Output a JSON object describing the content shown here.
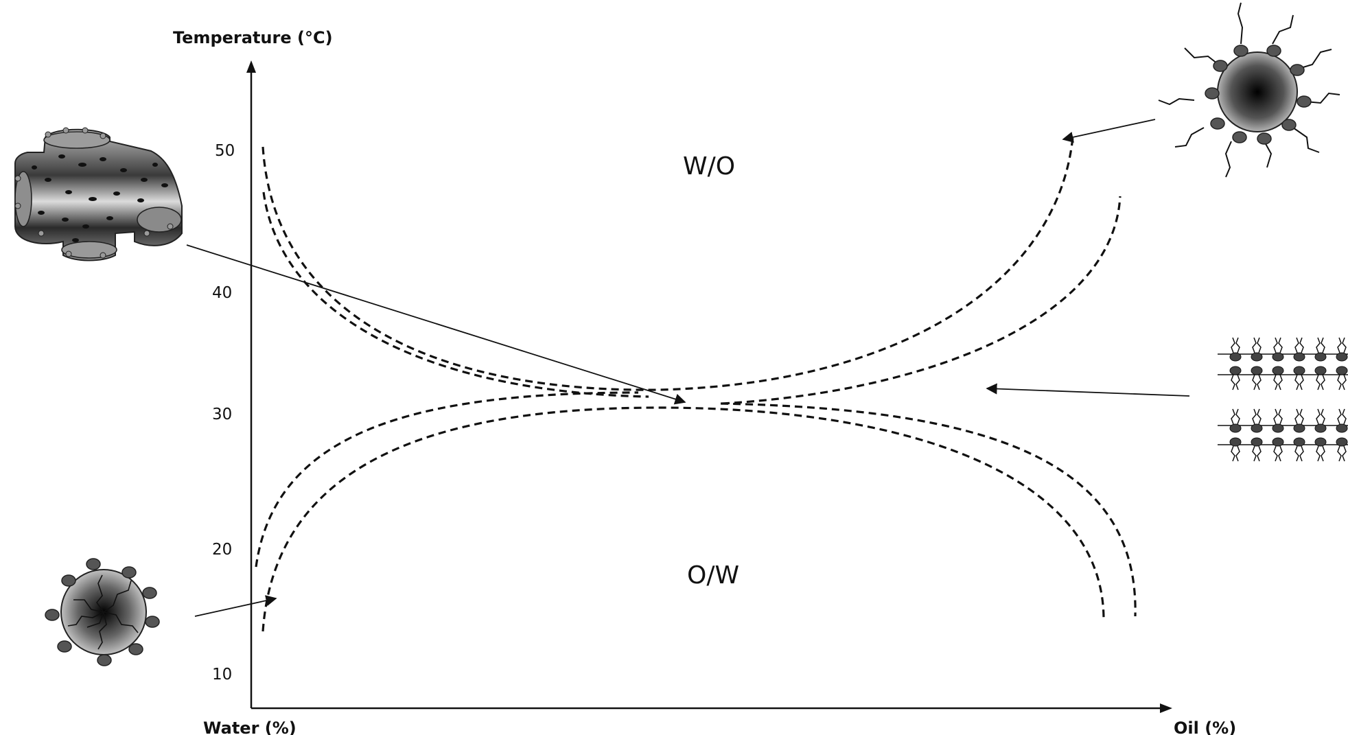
{
  "diagram": {
    "y_axis_label": "Temperature (°C)",
    "x_axis_left_label": "Water (%)",
    "x_axis_right_label": "Oil (%)",
    "y_ticks": [
      "50",
      "40",
      "30",
      "20",
      "10"
    ],
    "upper_region_label": "W/O",
    "lower_region_label": "O/W"
  },
  "icons": [
    "bicontinuous-structure-icon",
    "reverse-micelle-icon",
    "lamellar-bilayer-icon",
    "normal-micelle-icon"
  ],
  "colors": {
    "line": "#111111",
    "background": "#ffffff"
  }
}
